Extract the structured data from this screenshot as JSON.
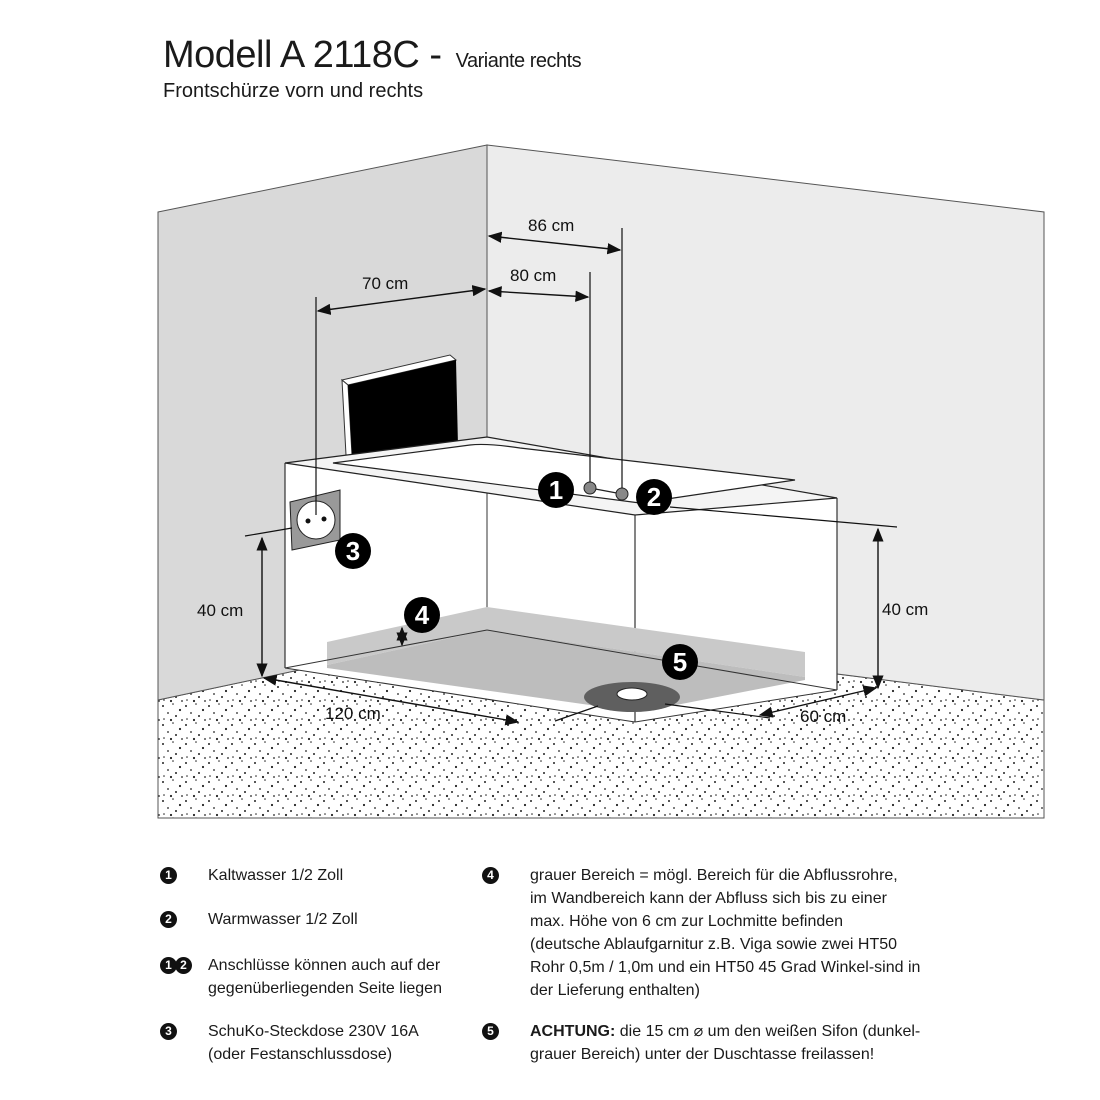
{
  "title": {
    "model": "Modell A 2118C -",
    "variant": "Variante rechts",
    "subtitle": "Frontschürze vorn und rechts"
  },
  "dimensions": {
    "d86": "86 cm",
    "d80": "80 cm",
    "d70": "70 cm",
    "height_left": "40 cm",
    "height_right": "40 cm",
    "length": "120 cm",
    "width": "60 cm"
  },
  "markers": [
    "1",
    "2",
    "3",
    "4",
    "5"
  ],
  "legend": {
    "item1": {
      "num": "1",
      "text": "Kaltwasser 1/2 Zoll"
    },
    "item2": {
      "num": "2",
      "text": "Warmwasser 1/2 Zoll"
    },
    "item12": {
      "num_a": "1",
      "num_b": "2",
      "line1": "Anschlüsse können auch auf der",
      "line2": "gegenüberliegenden Seite liegen"
    },
    "item3": {
      "num": "3",
      "line1": "SchuKo-Steckdose 230V 16A",
      "line2": "(oder Festanschlussdose)"
    },
    "item4": {
      "num": "4",
      "lines": [
        "grauer Bereich = mögl. Bereich für die Abflussrohre,",
        "im Wandbereich kann der Abfluss sich bis zu einer",
        "max. Höhe von 6 cm zur Lochmitte befinden",
        "(deutsche Ablaufgarnitur z.B. Viga sowie zwei HT50",
        "Rohr 0,5m / 1,0m und ein HT50 45 Grad Winkel-sind in",
        "der Lieferung enthalten)"
      ]
    },
    "item5": {
      "num": "5",
      "bold": "ACHTUNG:",
      "line1": " die 15 cm ⌀  um den weißen Sifon (dunkel-",
      "line2": "grauer Bereich) unter der Duschtasse freilassen!"
    }
  },
  "colors": {
    "left_wall": "#d9d9d9",
    "right_wall": "#ececec",
    "drain_area": "#c6c6c6",
    "sifon_ring": "#5f5f5f"
  }
}
